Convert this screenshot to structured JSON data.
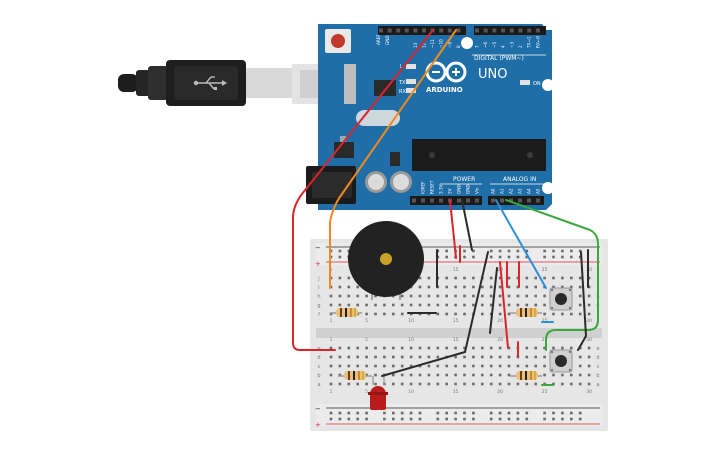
{
  "board": {
    "logo": "UNO",
    "brand": "ARDUINO",
    "digital_label": "DIGITAL (PWM~)",
    "power_label": "POWER",
    "analog_label": "ANALOG IN",
    "on_label": "ON",
    "tx_label": "TX",
    "rx_label": "RX",
    "l_label": "L",
    "aref_label": "AREF",
    "gnd_label": "GND",
    "digital_pins": [
      "13",
      "12",
      "~11",
      "~10",
      "~9",
      "8",
      "7",
      "~6",
      "~5",
      "4",
      "~3",
      "2",
      "TX→1",
      "RX←0"
    ],
    "power_pins": [
      "IOREF",
      "RESET",
      "3.3V",
      "5V",
      "GND",
      "GND",
      "Vin"
    ],
    "analog_pins": [
      "A0",
      "A1",
      "A2",
      "A3",
      "A4",
      "A5"
    ]
  },
  "breadboard": {
    "row_letters_top": [
      "j",
      "i",
      "h",
      "g",
      "f"
    ],
    "row_letters_bottom": [
      "e",
      "d",
      "c",
      "b",
      "a"
    ],
    "plus": "+",
    "minus": "−",
    "col_numbers": [
      "1",
      "5",
      "10",
      "15",
      "20",
      "25",
      "30"
    ]
  },
  "colors": {
    "board": "#1f6ea8",
    "wire_red": "#d8262b",
    "wire_orange": "#f08a1e",
    "wire_black": "#2b2b2b",
    "wire_blue": "#2b8fd6",
    "wire_green": "#3aa83c",
    "breadboard": "#e6e6e6",
    "led": "#b81c1c",
    "buzzer": "#222222"
  }
}
